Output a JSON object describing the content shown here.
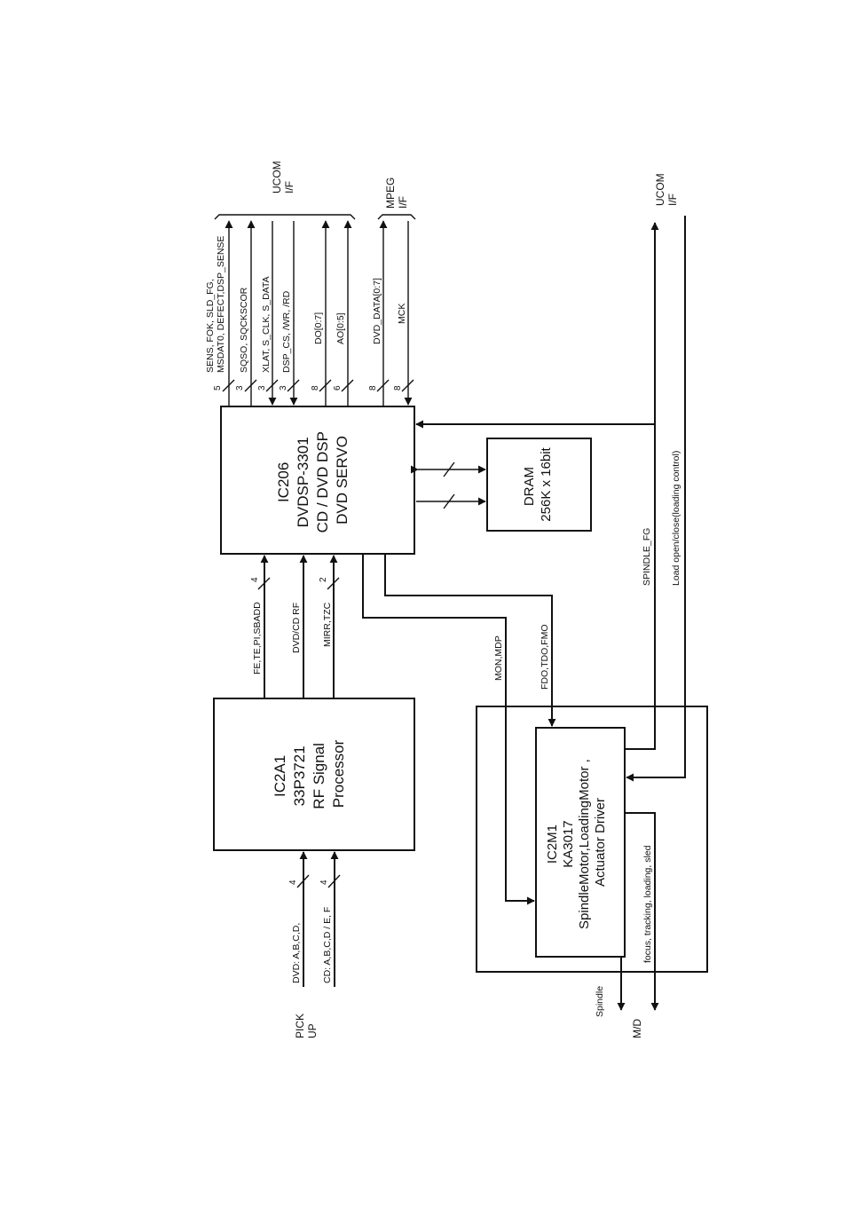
{
  "blocks": {
    "ic206": [
      "IC206",
      "DVDSP-3301",
      "CD / DVD DSP",
      "DVD SERVO"
    ],
    "ic2a1": [
      "IC2A1",
      "33P3721",
      "RF Signal",
      "Processor"
    ],
    "dram": [
      "DRAM",
      "256K x 16bit"
    ],
    "ic2m1": [
      "IC2M1",
      "KA3017",
      "SpindleMotor,LoadingMotor ,",
      "Actuator Driver"
    ]
  },
  "io_labels": {
    "ucom_top": [
      "UCOM",
      "I/F"
    ],
    "mpeg": [
      "MPEG",
      "I/F"
    ],
    "ucom_right": [
      "UCOM",
      "I/F"
    ],
    "pickup": [
      "PICK",
      "UP"
    ],
    "md": "M/D"
  },
  "signals": {
    "sens": [
      "SENS, FOK, SLD_FG,",
      "MSDAT0, DEFECT,DSP_SENSE"
    ],
    "sqso": "SQSO, SQCKSCOR",
    "xlat": "XLAT, S_CLK, S_DATA",
    "dsp_cs": "DSP_CS, /WR, /RD",
    "do": "DO[0:7]",
    "ao": "AO[0:5]",
    "dvd_data": "DVD_DATA[0:7]",
    "mck": "MCK",
    "fe_te": "FE,TE,PI,SBADD",
    "dvd_cd_rf": "DVD/CD RF",
    "mirr": "MIRR,TZC",
    "mon": "MON,MDP",
    "fdo": "FDO,TDO,FMO",
    "spindle_fg": "SPINDLE_FG",
    "load": "Load open/close(loading  control)",
    "dvd_in": "DVD: A,B,C,D,",
    "cd_in": "CD: A,B,C,D / E, F",
    "spindle": "Spindle",
    "focus": "focus, tracking, loading, sled"
  },
  "bus_widths": {
    "sens": "5",
    "sqso": "3",
    "xlat": "3",
    "dsp_cs": "3",
    "do": "8",
    "ao": "6",
    "dvd_data": "8",
    "mck": "8",
    "fe_te": "4",
    "mirr": "2",
    "dvd_in": "4",
    "cd_in": "4"
  }
}
